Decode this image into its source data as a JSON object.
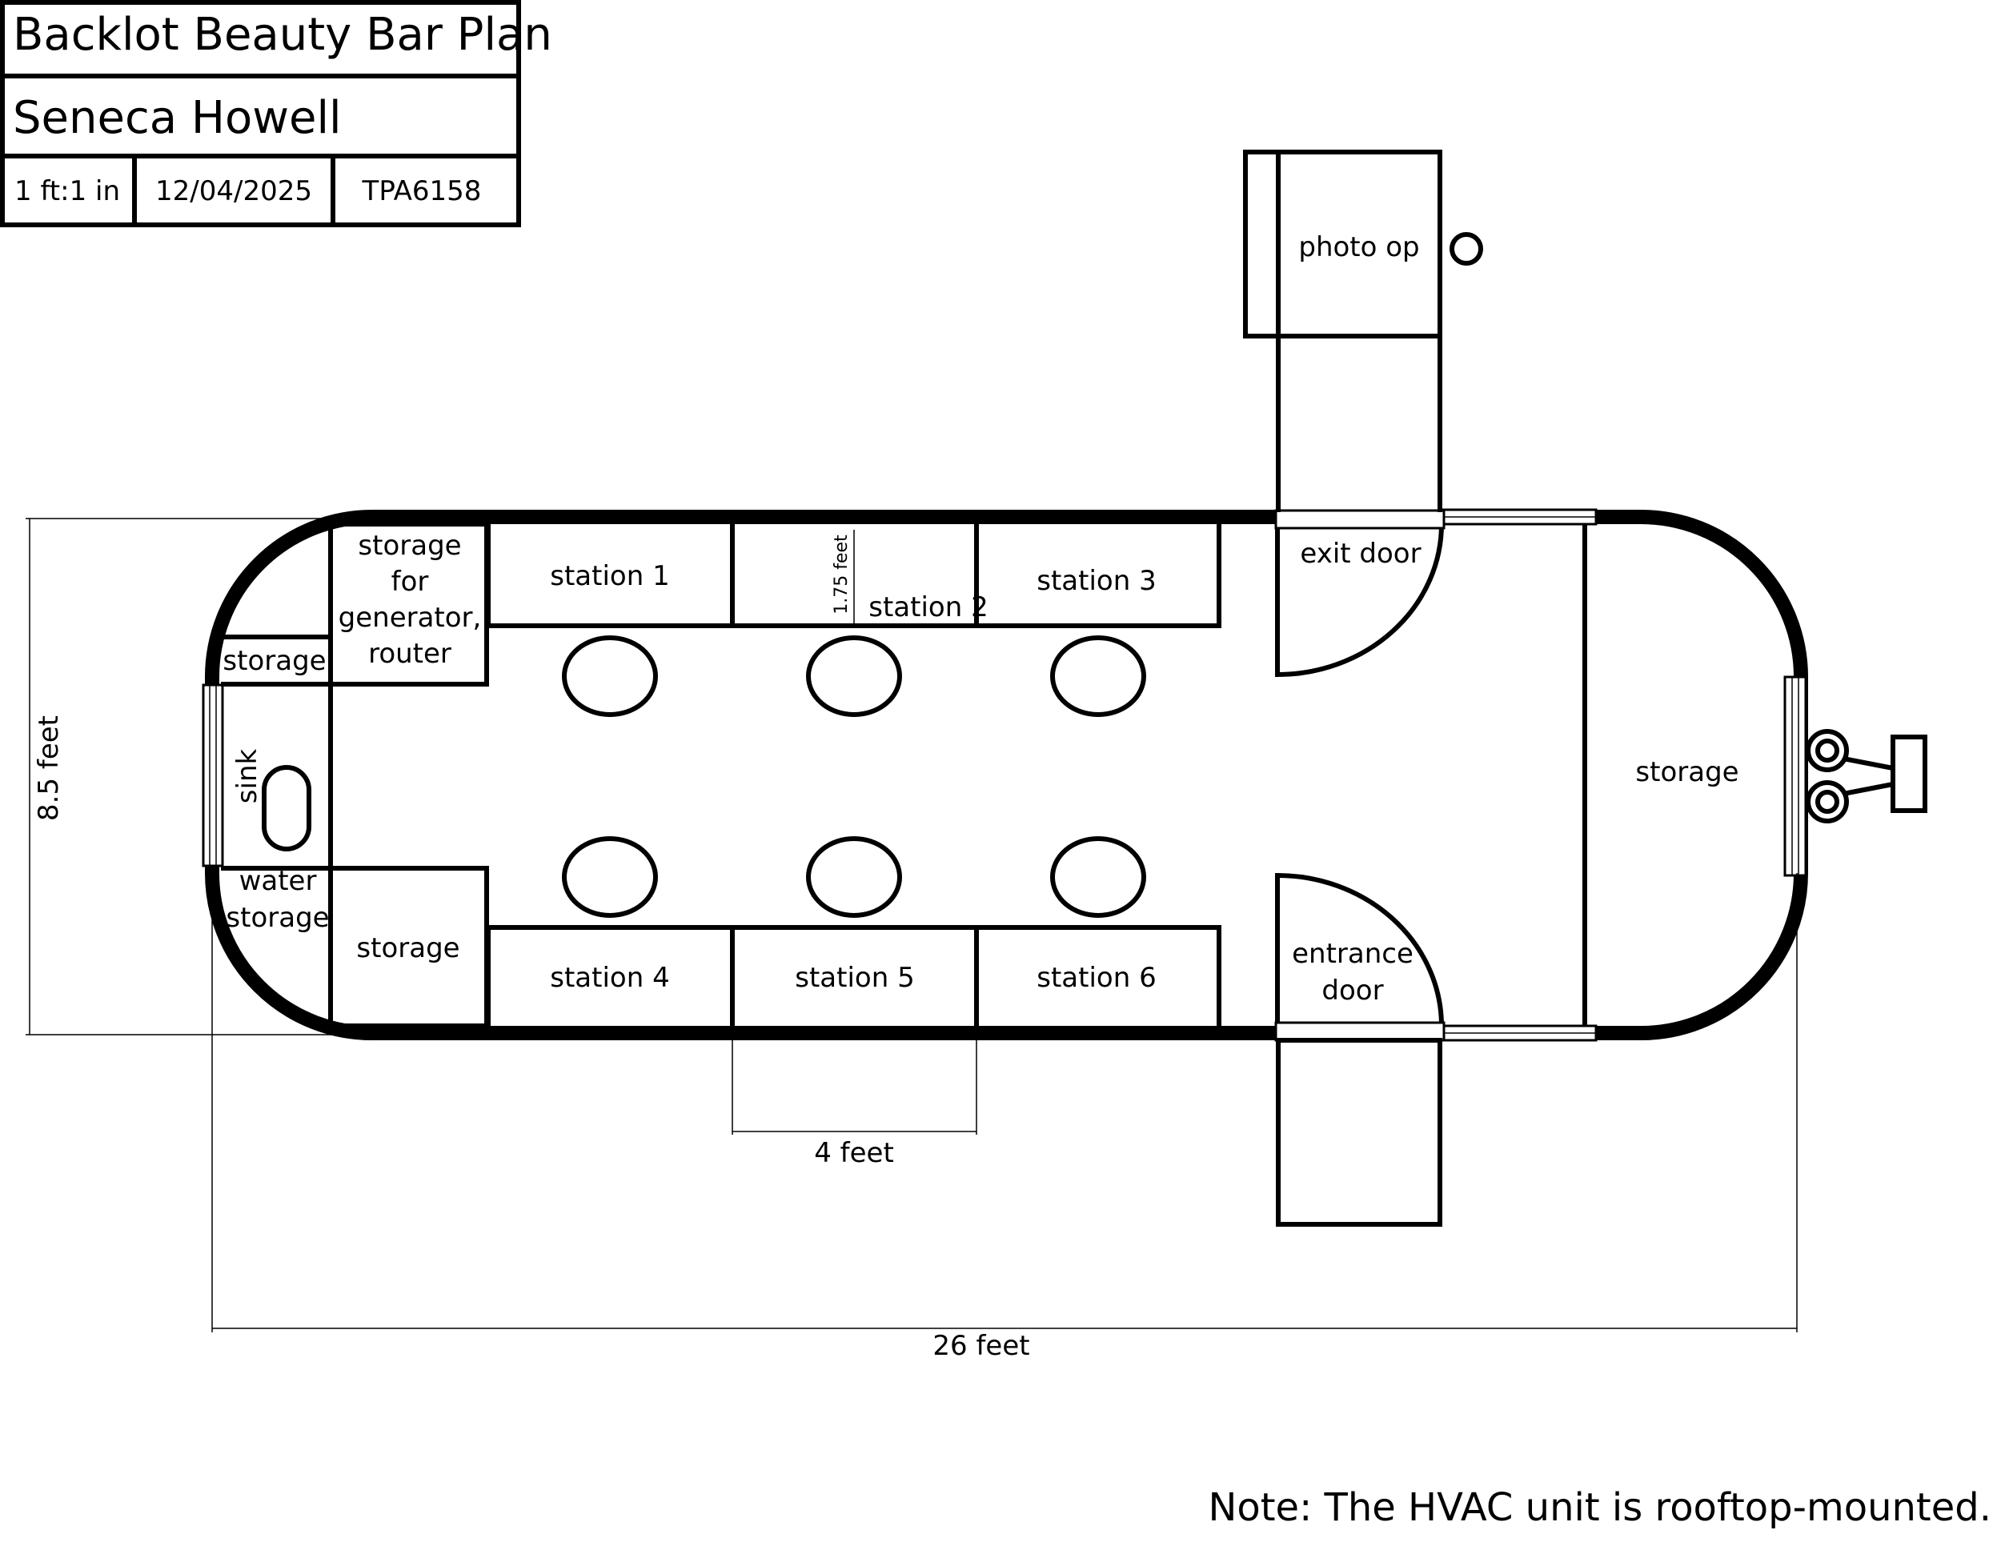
{
  "title_block": {
    "project": "Backlot Beauty Bar Plan",
    "designer": "Seneca Howell",
    "scale": "1 ft:1 in",
    "date": "12/04/2025",
    "code": "TPA6158"
  },
  "rooms": {
    "storage_generator": [
      "storage",
      "for",
      "generator,",
      "router"
    ],
    "storage_small": "storage",
    "sink": "sink",
    "water_storage": [
      "water",
      "storage"
    ],
    "storage_lower": "storage",
    "station_1": "station 1",
    "station_2": "station 2",
    "station_3": "station 3",
    "station_4": "station 4",
    "station_5": "station 5",
    "station_6": "station 6",
    "exit_door": "exit door",
    "entrance_door": [
      "entrance",
      "door"
    ],
    "storage_rear": "storage",
    "photo_op": "photo op"
  },
  "dimensions": {
    "height": "8.5 feet",
    "length": "26 feet",
    "station_width": "4 feet",
    "station_depth": "1.75 feet"
  },
  "note": "Note: The HVAC unit is rooftop-mounted."
}
